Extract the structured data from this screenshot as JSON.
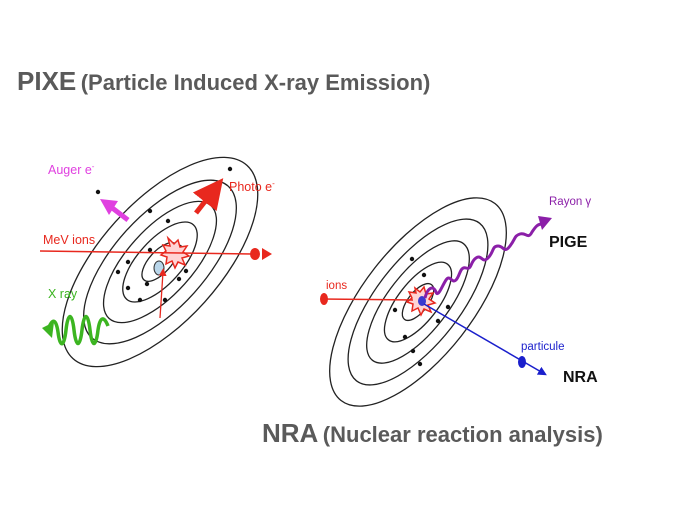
{
  "titles": {
    "pixe": {
      "main": "PIXE",
      "sub": "(Particle Induced X-ray Emission)"
    },
    "nra": {
      "main": "NRA",
      "sub": "(Nuclear reaction analysis)"
    }
  },
  "pixe_labels": {
    "auger": "Auger e",
    "auger_sup": "-",
    "photo": "Photo e",
    "photo_sup": "-",
    "mev_ions": "MeV ions",
    "xray": "X ray"
  },
  "nra_labels": {
    "rayon": "Rayon γ",
    "pige": "PIGE",
    "ions": "ions",
    "particule": "particule",
    "nra": "NRA"
  },
  "colors": {
    "title": "#5a5a5a",
    "ion": "#e8281e",
    "auger": "#e040e0",
    "xray": "#3cb521",
    "gamma": "#8b1fa8",
    "particle": "#1a1fcc",
    "orbit": "#222222"
  }
}
